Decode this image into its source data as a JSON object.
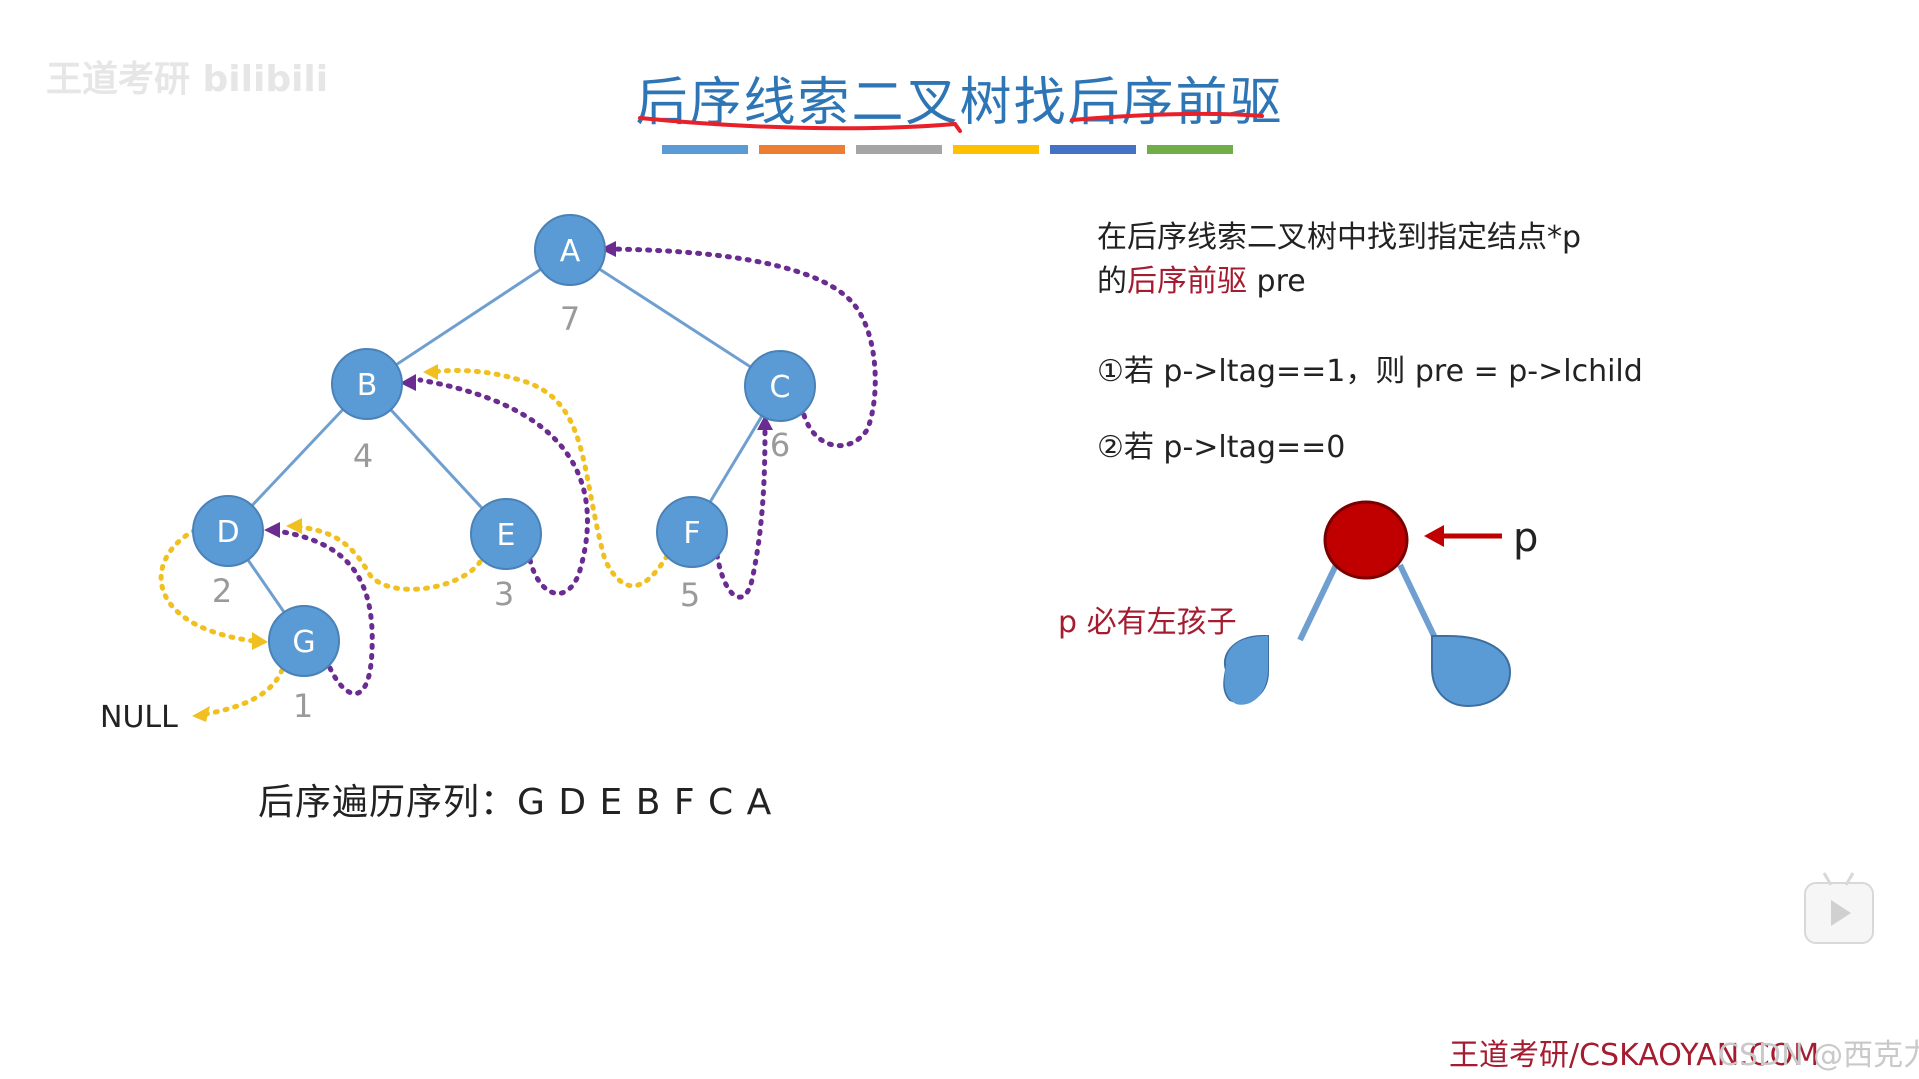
{
  "title": "后序线索二叉树找后序前驱",
  "title_bar_colors": [
    "#5b9bd5",
    "#ed7d31",
    "#a5a5a5",
    "#ffc000",
    "#4472c4",
    "#70ad47"
  ],
  "colors": {
    "node_fill": "#5b9bd5",
    "edge": "#6f9fd0",
    "yellow_thread": "#f0c020",
    "purple_thread": "#6a2c91",
    "highlight_red": "#a51c30",
    "target_node": "#c00000",
    "underline": "#e8202a"
  },
  "tree": {
    "nodes": [
      {
        "id": "A",
        "label": "A",
        "order": "7"
      },
      {
        "id": "B",
        "label": "B",
        "order": "4"
      },
      {
        "id": "C",
        "label": "C",
        "order": "6"
      },
      {
        "id": "D",
        "label": "D",
        "order": "2"
      },
      {
        "id": "E",
        "label": "E",
        "order": "3"
      },
      {
        "id": "F",
        "label": "F",
        "order": "5"
      },
      {
        "id": "G",
        "label": "G",
        "order": "1"
      }
    ],
    "edges": [
      [
        "A",
        "B"
      ],
      [
        "A",
        "C"
      ],
      [
        "B",
        "D"
      ],
      [
        "B",
        "E"
      ],
      [
        "C",
        "F"
      ],
      [
        "D",
        "G"
      ]
    ],
    "null_label": "NULL"
  },
  "traversal": "后序遍历序列：G D E B F C A",
  "description": {
    "line1": "在后序线索二叉树中找到指定结点*p",
    "line2_prefix": "的",
    "line2_highlight": "后序前驱",
    "line2_suffix": " pre",
    "rule1": "①若 p->ltag==1，则 pre = p->lchild",
    "rule2": "②若 p->ltag==0"
  },
  "illustration": {
    "pointer_label": "p",
    "note": "p 必有左孩子"
  },
  "footer": "王道考研/CSKAOYAN.COM",
  "watermarks": {
    "top_left": "王道考研 bilibili",
    "bottom_right": "CSDN @西克力拌面"
  },
  "icons": {
    "play": "play-icon"
  }
}
